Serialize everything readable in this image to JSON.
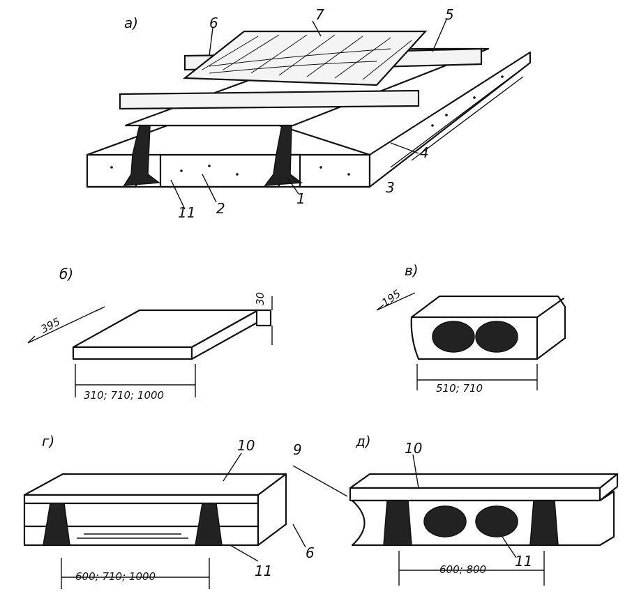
{
  "panels": {
    "a": {
      "letter": "а)",
      "labels": [
        "7",
        "6",
        "5",
        "4",
        "3",
        "2",
        "1",
        "11"
      ]
    },
    "b": {
      "letter": "б)",
      "dim_width": "310; 710; 1000",
      "dim_depth": "395",
      "dim_height": "30"
    },
    "v": {
      "letter": "в)",
      "dim_width": "510; 710",
      "dim_depth": "195"
    },
    "g": {
      "letter": "г)",
      "dim_width": "600; 710; 1000",
      "labels": [
        "10",
        "9",
        "6",
        "11"
      ]
    },
    "d": {
      "letter": "д)",
      "dim_width": "600; 800",
      "labels": [
        "10",
        "11"
      ]
    }
  }
}
